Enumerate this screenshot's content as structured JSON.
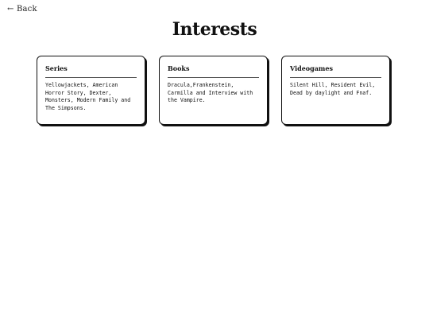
{
  "nav": {
    "back_label": "← Back"
  },
  "page": {
    "title": "Interests"
  },
  "cards": [
    {
      "title": "Series",
      "text": "Yellowjackets, American Horror Story, Dexter, Monsters, Modern Family and The Simpsons."
    },
    {
      "title": "Books",
      "text": "Dracula,Frankenstein, Carmilla and Interview with the Vampire."
    },
    {
      "title": "Videogames",
      "text": "Silent Hill, Resident Evil, Dead by daylight and Fnaf."
    }
  ],
  "colors": {
    "background": "#ffffff",
    "text": "#111111",
    "card_border": "#111111"
  }
}
